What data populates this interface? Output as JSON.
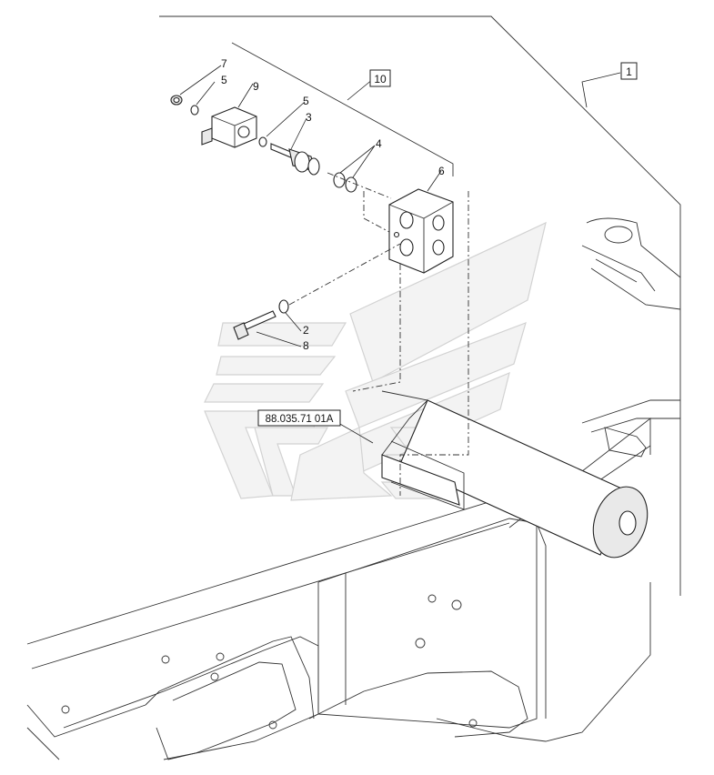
{
  "callouts": {
    "c1": "1",
    "c2": "2",
    "c3": "3",
    "c4": "4",
    "c5a": "5",
    "c5b": "5",
    "c6": "6",
    "c7": "7",
    "c8": "8",
    "c9": "9",
    "c10": "10"
  },
  "reference": "88.035.71 01A"
}
